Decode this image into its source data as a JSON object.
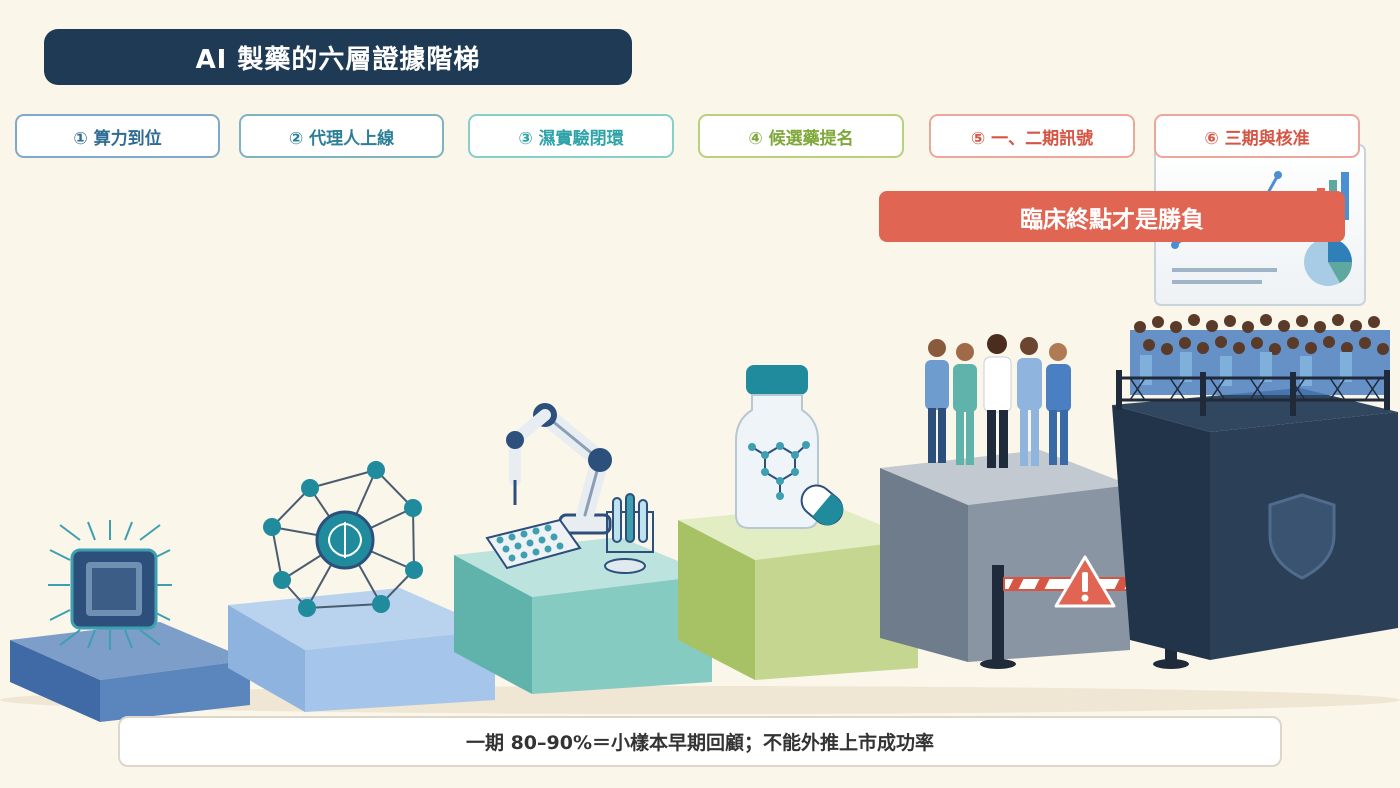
{
  "title": "AI 製藥的六層證據階梯",
  "steps": [
    {
      "label": "① 算力到位",
      "color": "#2f6b95"
    },
    {
      "label": "② 代理人上線",
      "color": "#2c7f96"
    },
    {
      "label": "③ 濕實驗閉環",
      "color": "#2ea3a8"
    },
    {
      "label": "④ 候選藥提名",
      "color": "#7fa83a"
    },
    {
      "label": "⑤ 一、二期訊號",
      "color": "#d65545"
    },
    {
      "label": "⑥ 三期與核准",
      "color": "#d65545"
    }
  ],
  "banner": "臨床終點才是勝負",
  "note": "一期 80–90%＝小樣本早期回顧；不能外推上市成功率",
  "colors": {
    "title_bg": "#1f3a55",
    "banner_bg": "#e06552",
    "background": "#fbf6ea"
  }
}
